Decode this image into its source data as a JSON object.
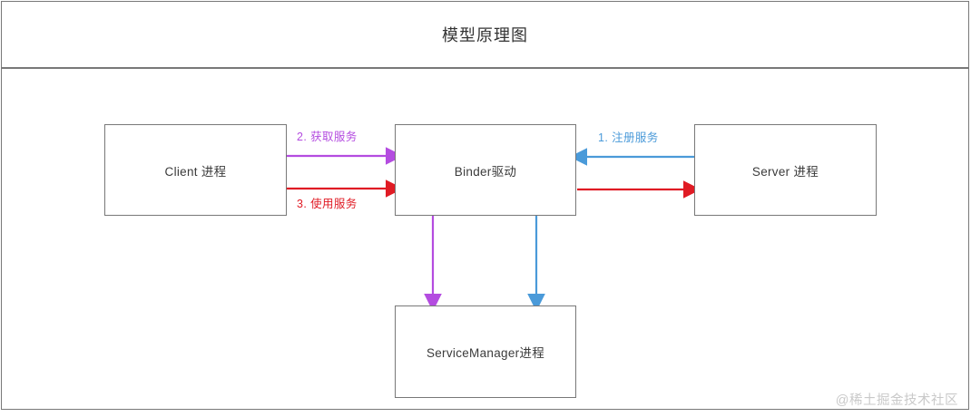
{
  "header": {
    "title": "模型原理图"
  },
  "nodes": [
    {
      "id": "client",
      "label": "Client 进程"
    },
    {
      "id": "binder",
      "label": "Binder驱动"
    },
    {
      "id": "server",
      "label": "Server 进程"
    },
    {
      "id": "sm",
      "label": "ServiceManager进程"
    }
  ],
  "edges": [
    {
      "id": "get-service",
      "label": "2. 获取服务",
      "color": "#b44ce0",
      "from": "client",
      "to": "binder",
      "direction": "right",
      "label_position": "above"
    },
    {
      "id": "use-service",
      "label": "3. 使用服务",
      "color": "#e01b24",
      "from": "client",
      "to": "binder",
      "direction": "right",
      "label_position": "below"
    },
    {
      "id": "register-service",
      "label": "1. 注册服务",
      "color": "#4a9ad9",
      "from": "server",
      "to": "binder",
      "direction": "left",
      "label_position": "above"
    },
    {
      "id": "binder-to-server",
      "label": "",
      "color": "#e01b24",
      "from": "binder",
      "to": "server",
      "direction": "right",
      "label_position": "none"
    },
    {
      "id": "binder-to-sm-purple",
      "label": "",
      "color": "#b44ce0",
      "from": "binder",
      "to": "sm",
      "direction": "down",
      "label_position": "none"
    },
    {
      "id": "binder-to-sm-blue",
      "label": "",
      "color": "#4a9ad9",
      "from": "binder",
      "to": "sm",
      "direction": "down",
      "label_position": "none"
    }
  ],
  "colors": {
    "purple": "#b44ce0",
    "red": "#e01b24",
    "blue": "#4a9ad9",
    "border": "#787878",
    "title_text": "#333333",
    "node_text": "#3b3b3b",
    "watermark": "#c9c9c9"
  },
  "watermark": {
    "text": "@稀土掘金技术社区"
  }
}
